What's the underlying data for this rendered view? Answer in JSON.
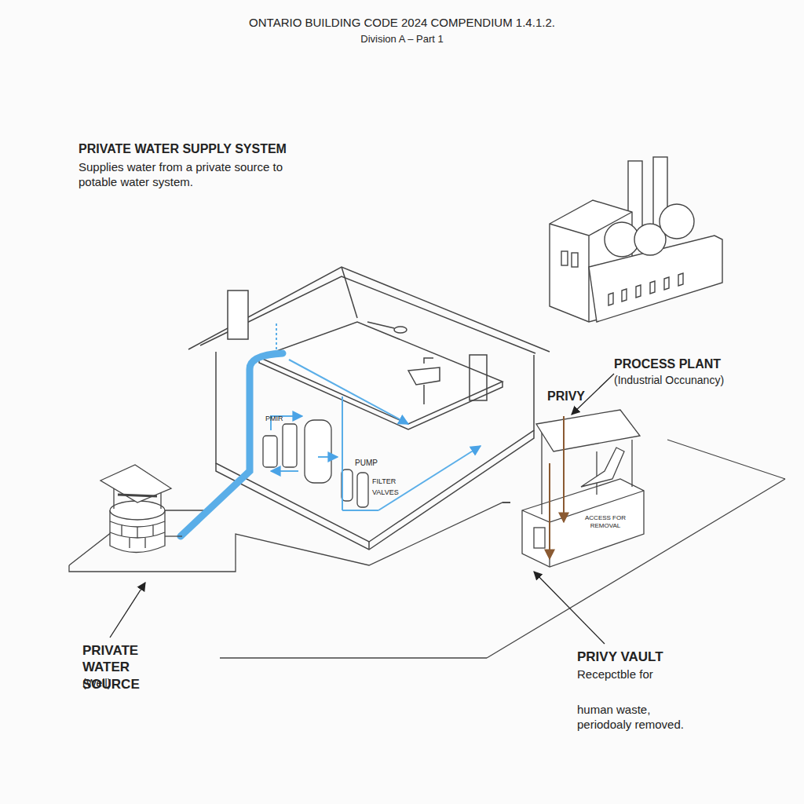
{
  "diagram": {
    "title": "ONTARIO BUILDING CODE 2024 COMPENDIUM 1.4.1.2.",
    "labels": [
      "Division A – Part 1",
      "PRIVATE WATER SUPPLY SYSTEM",
      "Supplies water from a private source to potable water system.",
      "PMIR",
      "PUMP",
      "FILTER",
      "VALVES",
      "PROCESS PLANT",
      "(Industrial Occunancy)",
      "PRIVY",
      "ACCESS FOR REMOVAL",
      "PRIVATE WATER SOURCE",
      "(Well)",
      "PRIVY VAULT",
      "Recepctble for",
      "human waste, periodoaly removed."
    ]
  }
}
